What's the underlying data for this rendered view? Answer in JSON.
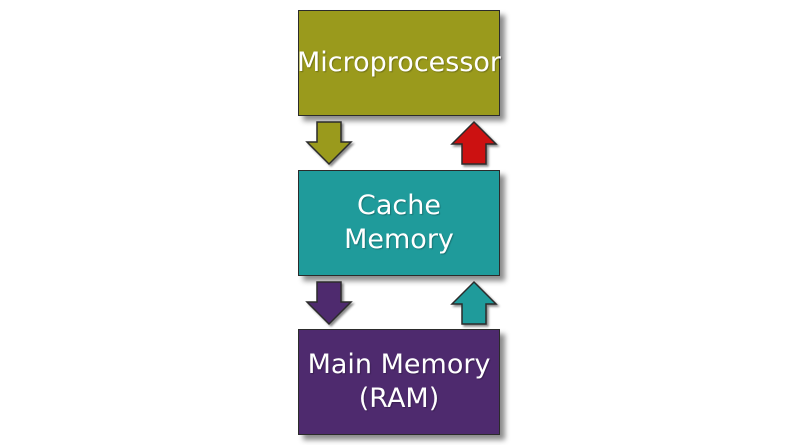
{
  "diagram": {
    "boxes": {
      "microprocessor": {
        "label_line1": "Microprocessor",
        "label_line2": "",
        "color": "#9a9a1c"
      },
      "cache": {
        "label_line1": "Cache Memory",
        "label_line2": "",
        "color": "#1f9b9b"
      },
      "main_memory": {
        "label_line1": "Main Memory",
        "label_line2": "(RAM)",
        "color": "#4e2a6e"
      }
    },
    "arrows": {
      "microprocessor_to_cache": {
        "direction": "down",
        "color": "#9a9a1c"
      },
      "cache_to_microprocessor": {
        "direction": "up",
        "color": "#cc1111"
      },
      "cache_to_main_memory": {
        "direction": "down",
        "color": "#4e2a6e"
      },
      "main_memory_to_cache": {
        "direction": "up",
        "color": "#1f9b9b"
      }
    }
  }
}
